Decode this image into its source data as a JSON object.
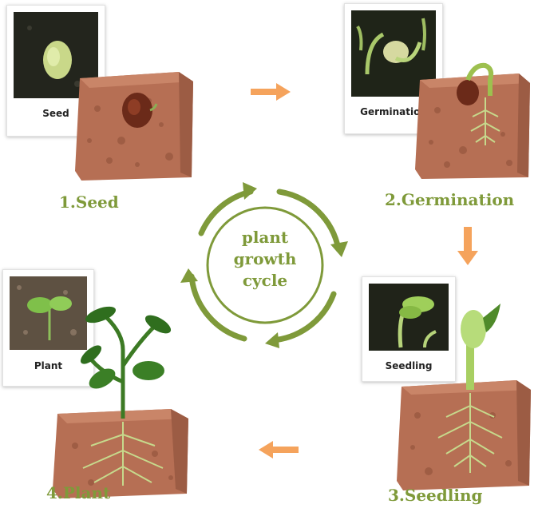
{
  "stages": [
    {
      "step": "1.Seed",
      "card": "Seed"
    },
    {
      "step": "2.Germination",
      "card": "Germination"
    },
    {
      "step": "3.Seedling",
      "card": "Seedling"
    },
    {
      "step": "4.Plant",
      "card": "Plant"
    }
  ],
  "center": {
    "line1": "plant",
    "line2": "growth",
    "line3": "cycle"
  },
  "colors": {
    "label_green": "#7f9a3a",
    "cycle_green": "#7f9a3a",
    "arrow_orange": "#f5a35c",
    "soil": "#b8735a",
    "plant_green": "#4f8a2a"
  }
}
